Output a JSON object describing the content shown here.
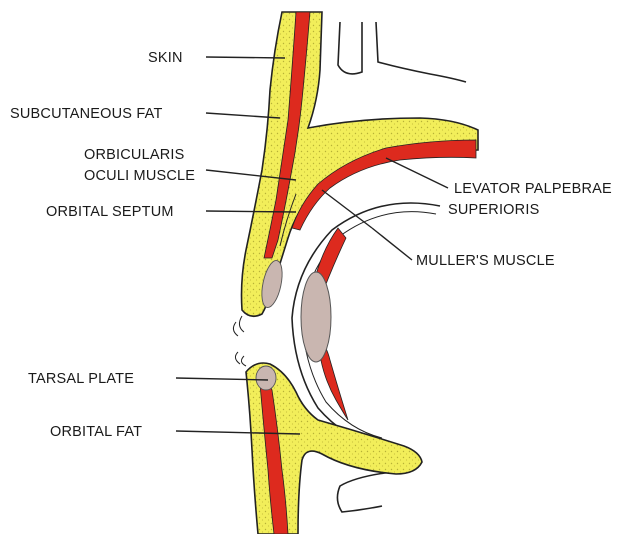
{
  "labels": {
    "skin": "SKIN",
    "subcutaneous_fat": "SUBCUTANEOUS FAT",
    "orbicularis_line1": "ORBICULARIS",
    "orbicularis_line2": "OCULI MUSCLE",
    "orbital_septum": "ORBITAL SEPTUM",
    "levator_line1": "LEVATOR PALPEBRAE",
    "levator_line2": "SUPERIORIS",
    "muller": "MULLER'S MUSCLE",
    "tarsal_plate": "TARSAL PLATE",
    "orbital_fat": "ORBITAL FAT"
  },
  "colors": {
    "fat": "#f2ee5a",
    "muscle": "#dd2a1e",
    "tarsus": "#c9b6b0",
    "outline": "#222222"
  }
}
